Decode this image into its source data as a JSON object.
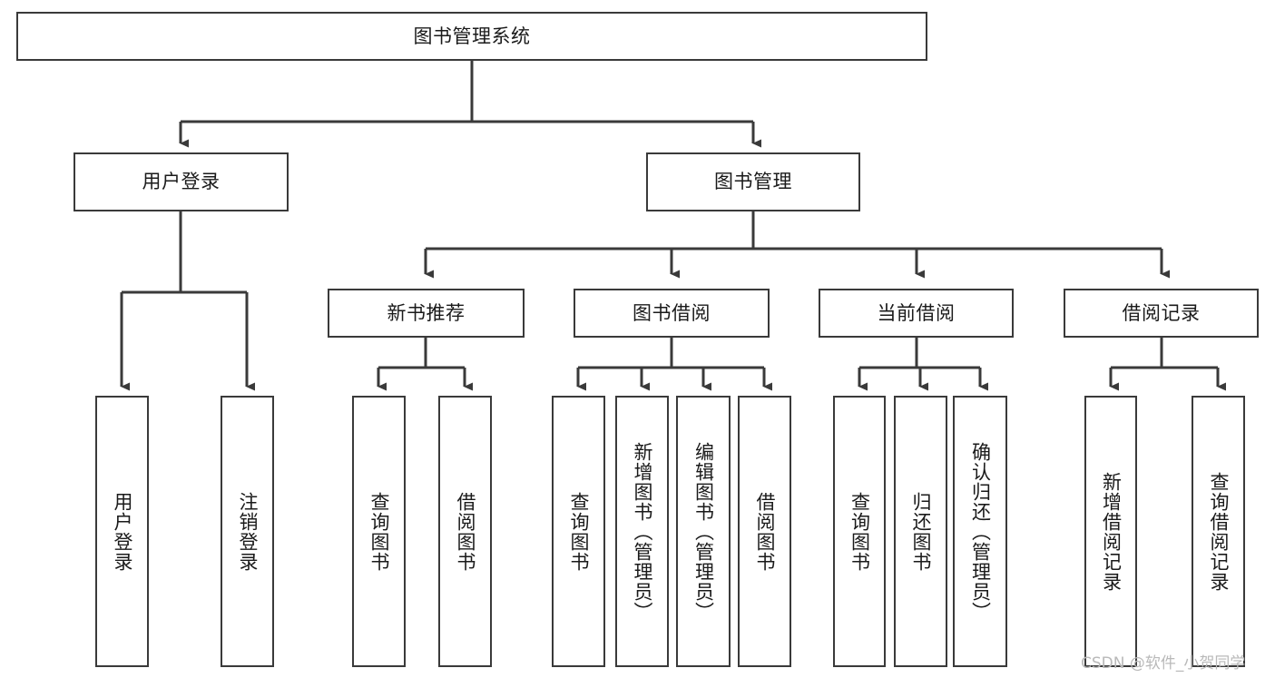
{
  "diagram": {
    "title": "图书管理系统",
    "type": "hierarchy-tree",
    "orientation": "top-down",
    "colors": {
      "box_border": "#3a3a3a",
      "box_fill": "#ffffff",
      "connector": "#3a3a3a",
      "text": "#1a1a1a",
      "watermark": "#b9b9b9",
      "background": "#ffffff"
    },
    "watermark": "CSDN @软件_小贺同学",
    "levels": {
      "root": {
        "label": "图书管理系统"
      },
      "level2": [
        {
          "label": "用户登录"
        },
        {
          "label": "图书管理"
        }
      ],
      "level3": [
        {
          "label": "新书推荐"
        },
        {
          "label": "图书借阅"
        },
        {
          "label": "当前借阅"
        },
        {
          "label": "借阅记录"
        }
      ],
      "leaves": {
        "user_login": [
          {
            "label": "用户登录"
          },
          {
            "label": "注销登录"
          }
        ],
        "new_book_recommend": [
          {
            "label": "查询图书"
          },
          {
            "label": "借阅图书"
          }
        ],
        "book_borrow": [
          {
            "label": "查询图书"
          },
          {
            "label": "新增图书（管理员）"
          },
          {
            "label": "编辑图书（管理员）"
          },
          {
            "label": "借阅图书"
          }
        ],
        "current_borrow": [
          {
            "label": "查询图书"
          },
          {
            "label": "归还图书"
          },
          {
            "label": "确认归还（管理员）"
          }
        ],
        "borrow_record": [
          {
            "label": "新增借阅记录"
          },
          {
            "label": "查询借阅记录"
          }
        ]
      }
    }
  }
}
